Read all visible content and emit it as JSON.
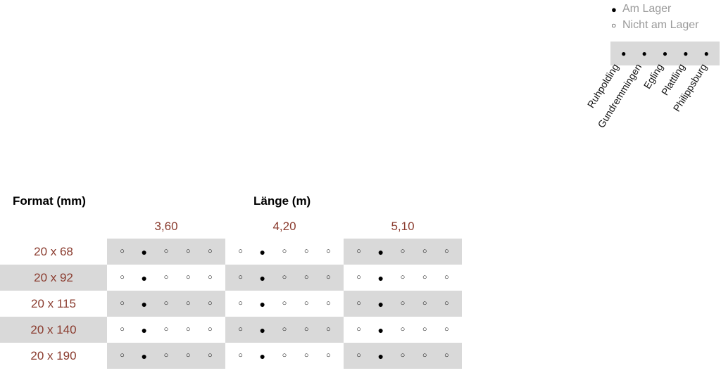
{
  "legend": {
    "in_stock_symbol": "●",
    "in_stock_label": "Am Lager",
    "out_of_stock_symbol": "○",
    "out_of_stock_label": "Nicht am Lager"
  },
  "locations": [
    "Ruhpolding",
    "Gundremmingen",
    "Egling",
    "Plattling",
    "Philippsburg"
  ],
  "headers": {
    "format": "Format (mm)",
    "length": "Länge (m)"
  },
  "lengths": [
    "3,60",
    "4,20",
    "5,10"
  ],
  "rows": [
    {
      "format": "20 x 68",
      "availability": [
        [
          0,
          1,
          0,
          0,
          0
        ],
        [
          0,
          1,
          0,
          0,
          0
        ],
        [
          0,
          1,
          0,
          0,
          0
        ]
      ]
    },
    {
      "format": "20 x 92",
      "availability": [
        [
          0,
          1,
          0,
          0,
          0
        ],
        [
          0,
          1,
          0,
          0,
          0
        ],
        [
          0,
          1,
          0,
          0,
          0
        ]
      ]
    },
    {
      "format": "20 x 115",
      "availability": [
        [
          0,
          1,
          0,
          0,
          0
        ],
        [
          0,
          1,
          0,
          0,
          0
        ],
        [
          0,
          1,
          0,
          0,
          0
        ]
      ]
    },
    {
      "format": "20 x 140",
      "availability": [
        [
          0,
          1,
          0,
          0,
          0
        ],
        [
          0,
          1,
          0,
          0,
          0
        ],
        [
          0,
          1,
          0,
          0,
          0
        ]
      ]
    },
    {
      "format": "20 x 190",
      "availability": [
        [
          0,
          1,
          0,
          0,
          0
        ],
        [
          0,
          1,
          0,
          0,
          0
        ],
        [
          0,
          1,
          0,
          0,
          0
        ]
      ]
    }
  ],
  "colors": {
    "accent_text": "#8a3b2e",
    "band_gray": "#d9d9d9",
    "legend_text": "#9a9a9a"
  }
}
